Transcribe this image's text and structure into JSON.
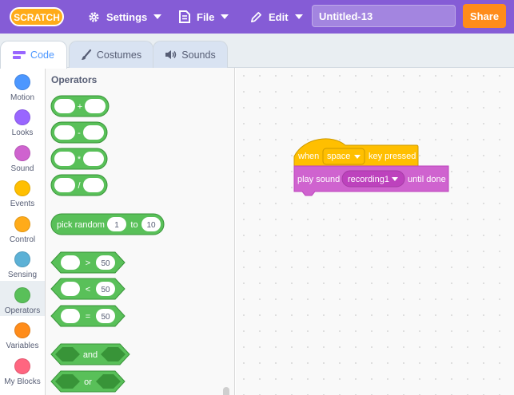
{
  "menubar": {
    "logo_text": "SCRATCH",
    "settings_label": "Settings",
    "file_label": "File",
    "edit_label": "Edit",
    "project_title": "Untitled-13",
    "share_label": "Share",
    "color": "#855cd6",
    "share_color": "#ff8c1a"
  },
  "tabs": [
    {
      "label": "Code",
      "active": true
    },
    {
      "label": "Costumes",
      "active": false
    },
    {
      "label": "Sounds",
      "active": false
    }
  ],
  "categories": [
    {
      "label": "Motion",
      "color": "#4c97ff"
    },
    {
      "label": "Looks",
      "color": "#9966ff"
    },
    {
      "label": "Sound",
      "color": "#cf63cf"
    },
    {
      "label": "Events",
      "color": "#ffbf00"
    },
    {
      "label": "Control",
      "color": "#ffab19"
    },
    {
      "label": "Sensing",
      "color": "#5cb1d6"
    },
    {
      "label": "Operators",
      "color": "#59c059",
      "selected": true
    },
    {
      "label": "Variables",
      "color": "#ff8c1a"
    },
    {
      "label": "My Blocks",
      "color": "#ff6680"
    }
  ],
  "palette": {
    "title": "Operators",
    "operator_color": "#59c059",
    "operator_border": "#389438",
    "math_ops": [
      "+",
      "-",
      "*",
      "/"
    ],
    "random": {
      "label": "pick random",
      "from": "1",
      "to_label": "to",
      "to": "10"
    },
    "compare": [
      {
        "op": ">",
        "value": "50"
      },
      {
        "op": "<",
        "value": "50"
      },
      {
        "op": "=",
        "value": "50"
      }
    ],
    "logic": [
      "and",
      "or"
    ]
  },
  "script": {
    "hat": {
      "when": "when",
      "key": "space",
      "suffix": "key pressed",
      "color": "#ffbf00"
    },
    "sound": {
      "label": "play sound",
      "sound": "recording1",
      "suffix": "until done",
      "color": "#cf63cf"
    }
  }
}
